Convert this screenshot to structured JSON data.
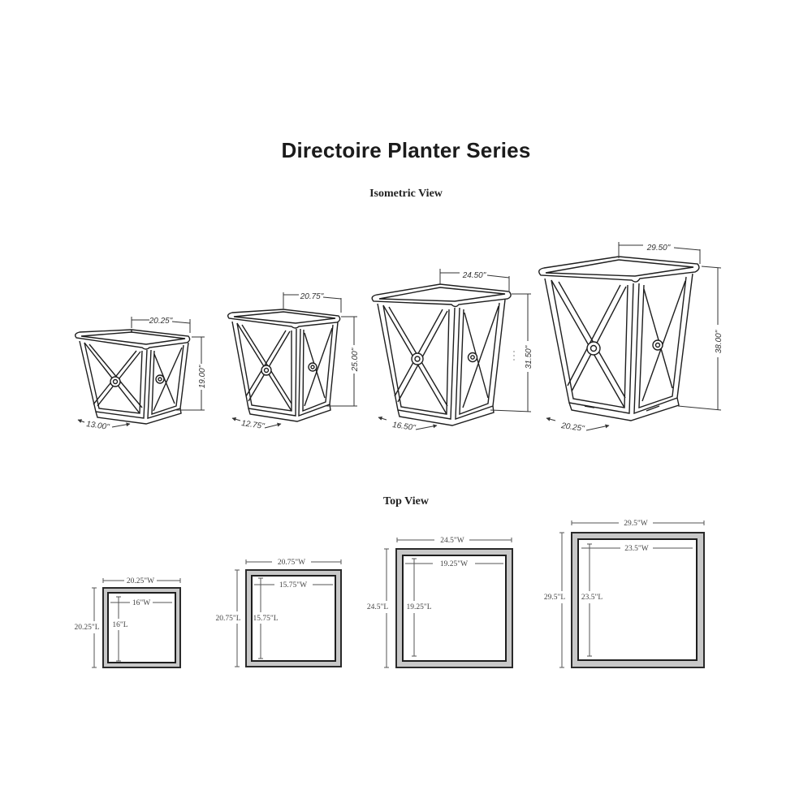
{
  "title": "Directoire Planter Series",
  "sections": {
    "isometric": "Isometric View",
    "top": "Top View"
  },
  "colors": {
    "line": "#1e1e1e",
    "dim_line": "#555555",
    "rim_fill": "#c8c8c8",
    "background": "#ffffff"
  },
  "isometric_planters": [
    {
      "id": "planter-1",
      "top_width": "20.25\"",
      "height": "19.00\"",
      "base_width": "13.00\""
    },
    {
      "id": "planter-2",
      "top_width": "20.75\"",
      "height": "25.00\"",
      "base_width": "12.75\""
    },
    {
      "id": "planter-3",
      "top_width": "24.50\"",
      "height": "31.50\"",
      "base_width": "16.50\""
    },
    {
      "id": "planter-4",
      "top_width": "29.50\"",
      "height": "38.00\"",
      "base_width": "20.25\""
    }
  ],
  "top_view_planters": [
    {
      "id": "planter-1",
      "outer_w": "20.25\"W",
      "outer_l": "20.25\"L",
      "inner_w": "16\"W",
      "inner_l": "16\"L"
    },
    {
      "id": "planter-2",
      "outer_w": "20.75\"W",
      "outer_l": "20.75\"L",
      "inner_w": "15.75\"W",
      "inner_l": "15.75\"L"
    },
    {
      "id": "planter-3",
      "outer_w": "24.5\"W",
      "outer_l": "24.5\"L",
      "inner_w": "19.25\"W",
      "inner_l": "19.25\"L"
    },
    {
      "id": "planter-4",
      "outer_w": "29.5\"W",
      "outer_l": "29.5\"L",
      "inner_w": "23.5\"W",
      "inner_l": "23.5\"L"
    }
  ]
}
